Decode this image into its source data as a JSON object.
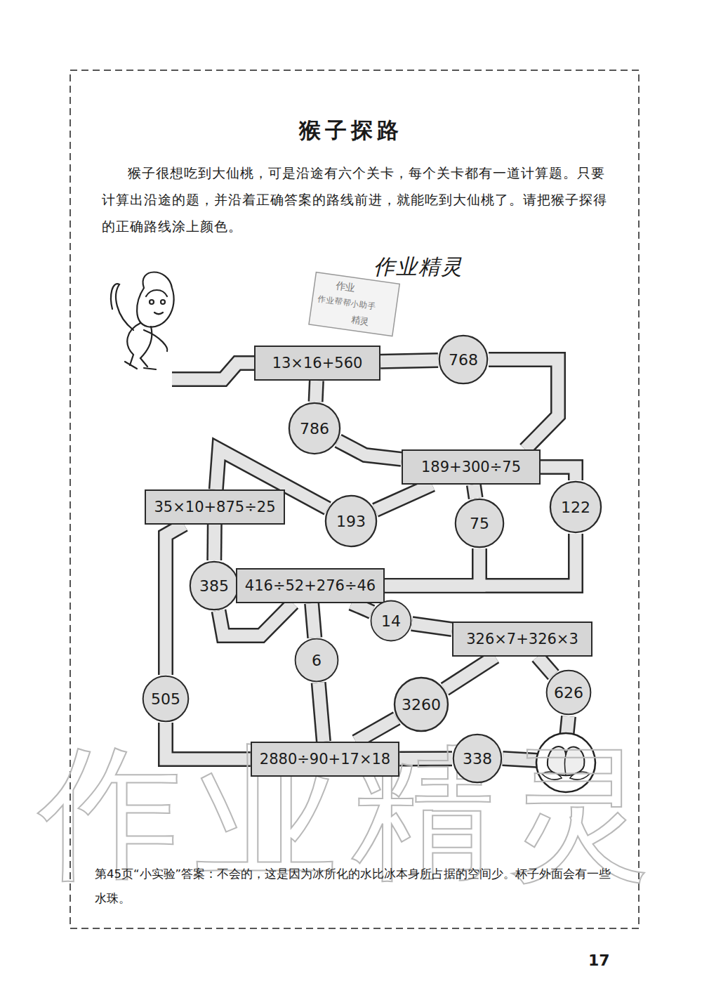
{
  "diagram": {
    "title": "猴子探路",
    "nodes": [
      {
        "text": [
          "13×16+560"
        ]
      },
      {
        "text": [
          "768"
        ]
      },
      {
        "text": [
          "786"
        ]
      },
      {
        "text": [
          "189+300÷75"
        ]
      },
      {
        "text": [
          "35×10+875÷25"
        ]
      },
      {
        "text": [
          "193"
        ]
      },
      {
        "text": [
          "75"
        ]
      },
      {
        "text": [
          "122"
        ]
      },
      {
        "text": [
          "385"
        ]
      },
      {
        "text": [
          "416÷52+276÷46"
        ]
      },
      {
        "text": [
          "14"
        ]
      },
      {
        "text": [
          "326×7+326×3"
        ]
      },
      {
        "text": [
          "6"
        ]
      },
      {
        "text": [
          "505"
        ]
      },
      {
        "text": [
          "3260"
        ]
      },
      {
        "text": [
          "626"
        ]
      },
      {
        "text": [
          "2880÷90+17×18"
        ]
      },
      {
        "text": [
          "338"
        ]
      }
    ],
    "edges": [
      {
        "from": 0,
        "to": 1,
        "arrow": "none"
      },
      {
        "from": 1,
        "to": 3,
        "arrow": "none"
      },
      {
        "from": 0,
        "to": 2,
        "arrow": "none"
      },
      {
        "from": 2,
        "to": 3,
        "arrow": "none"
      },
      {
        "from": 3,
        "to": 5,
        "arrow": "none"
      },
      {
        "from": 5,
        "to": 4,
        "arrow": "none"
      },
      {
        "from": 3,
        "to": 6,
        "arrow": "none"
      },
      {
        "from": 6,
        "to": 9,
        "arrow": "none"
      },
      {
        "from": 3,
        "to": 7,
        "arrow": "none"
      },
      {
        "from": 7,
        "to": 9,
        "arrow": "none"
      },
      {
        "from": 4,
        "to": 8,
        "arrow": "none"
      },
      {
        "from": 8,
        "to": 9,
        "arrow": "none"
      },
      {
        "from": 4,
        "to": 13,
        "arrow": "none"
      },
      {
        "from": 13,
        "to": 16,
        "arrow": "none"
      },
      {
        "from": 9,
        "to": 12,
        "arrow": "none"
      },
      {
        "from": 12,
        "to": 16,
        "arrow": "none"
      },
      {
        "from": 9,
        "to": 10,
        "arrow": "none"
      },
      {
        "from": 10,
        "to": 11,
        "arrow": "none"
      },
      {
        "from": 11,
        "to": 14,
        "arrow": "none"
      },
      {
        "from": 14,
        "to": 16,
        "arrow": "none"
      },
      {
        "from": 16,
        "to": 17,
        "arrow": "none"
      },
      {
        "from": 11,
        "to": 15,
        "arrow": "none"
      }
    ],
    "labels": [
      "猴子很想吃到大仙桃，可是沿途有六个关卡，每个关卡都有一道计算题。只要计算出沿途的题，并沿着正确答案的路线前进，就能吃到大仙桃了。请把猴子探得的正确路线涂上颜色。",
      "作业精灵",
      "作业",
      "作业帮帮小助手",
      "精灵",
      "作业精灵",
      "第45页“小实验”答案：不会的，这是因为冰所化的水比冰本身所占据的空间少。杯子外面会有一些水珠。",
      "17"
    ]
  }
}
